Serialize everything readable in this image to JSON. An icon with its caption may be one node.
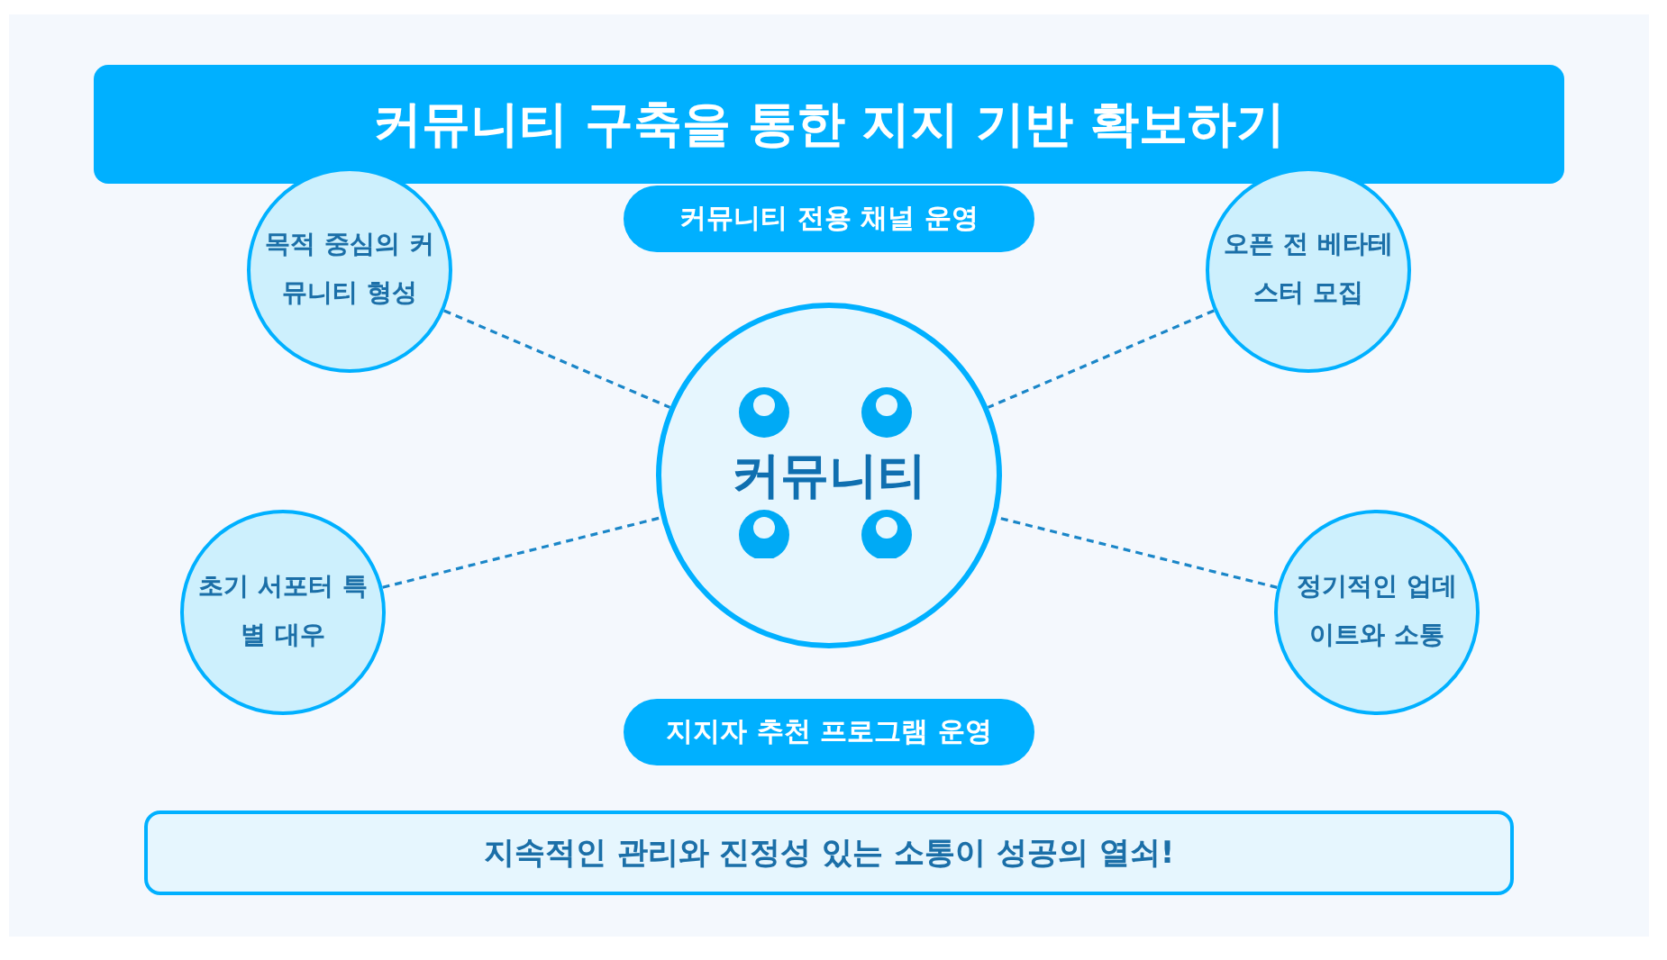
{
  "diagram": {
    "nodes": [
      {
        "text": [
          "커뮤니티 구축을 통한 지지 기반 확보하기"
        ]
      },
      {
        "text": [
          "커뮤니티 전용 채널 운영"
        ]
      },
      {
        "text": [
          "목적 중심의 커뮤니티 형성"
        ]
      },
      {
        "text": [
          "오픈 전 베타테스터 모집"
        ]
      },
      {
        "text": [
          "커뮤니티"
        ]
      },
      {
        "text": [
          "초기 서포터 특별 대우"
        ]
      },
      {
        "text": [
          "정기적인 업데이트와 소통"
        ]
      },
      {
        "text": [
          "지지자 추천 프로그램 운영"
        ]
      },
      {
        "text": [
          "지속적인 관리와 진정성 있는 소통이 성공의 열쇠!"
        ]
      }
    ],
    "edges": [
      {
        "from": 2,
        "to": 4,
        "arrow": "none",
        "style": "dashed"
      },
      {
        "from": 3,
        "to": 4,
        "arrow": "none",
        "style": "dashed"
      },
      {
        "from": 5,
        "to": 4,
        "arrow": "none",
        "style": "dashed"
      },
      {
        "from": 6,
        "to": 4,
        "arrow": "none",
        "style": "dashed"
      }
    ]
  }
}
